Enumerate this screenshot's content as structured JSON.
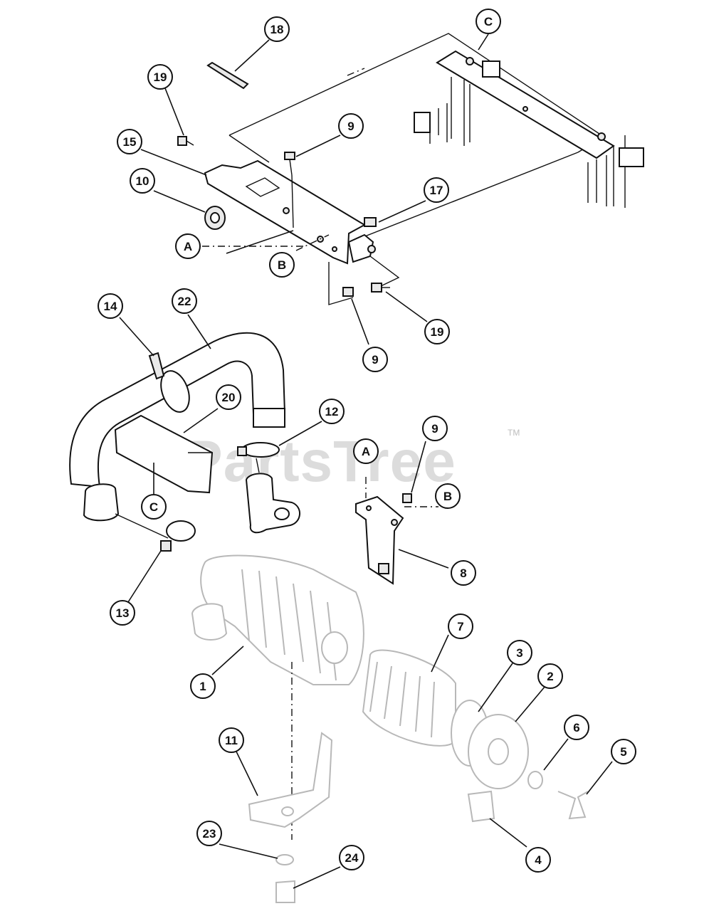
{
  "diagram": {
    "watermark": "PartsTree",
    "trademark": "TM",
    "callouts": [
      {
        "id": "c18",
        "label": "18"
      },
      {
        "id": "c19a",
        "label": "19"
      },
      {
        "id": "c15",
        "label": "15"
      },
      {
        "id": "c9a",
        "label": "9"
      },
      {
        "id": "c10",
        "label": "10"
      },
      {
        "id": "c17",
        "label": "17"
      },
      {
        "id": "cA1",
        "label": "A"
      },
      {
        "id": "cB1",
        "label": "B"
      },
      {
        "id": "c19b",
        "label": "19"
      },
      {
        "id": "c9b",
        "label": "9"
      },
      {
        "id": "cC1",
        "label": "C"
      },
      {
        "id": "c14",
        "label": "14"
      },
      {
        "id": "c22",
        "label": "22"
      },
      {
        "id": "c20",
        "label": "20"
      },
      {
        "id": "c12",
        "label": "12"
      },
      {
        "id": "cC2",
        "label": "C"
      },
      {
        "id": "cA2",
        "label": "A"
      },
      {
        "id": "c9c",
        "label": "9"
      },
      {
        "id": "cB2",
        "label": "B"
      },
      {
        "id": "c8",
        "label": "8"
      },
      {
        "id": "c13",
        "label": "13"
      },
      {
        "id": "c7",
        "label": "7"
      },
      {
        "id": "c3",
        "label": "3"
      },
      {
        "id": "c2",
        "label": "2"
      },
      {
        "id": "c1",
        "label": "1"
      },
      {
        "id": "c6",
        "label": "6"
      },
      {
        "id": "c5",
        "label": "5"
      },
      {
        "id": "c11",
        "label": "11"
      },
      {
        "id": "c4",
        "label": "4"
      },
      {
        "id": "c23",
        "label": "23"
      },
      {
        "id": "c24",
        "label": "24"
      }
    ]
  }
}
